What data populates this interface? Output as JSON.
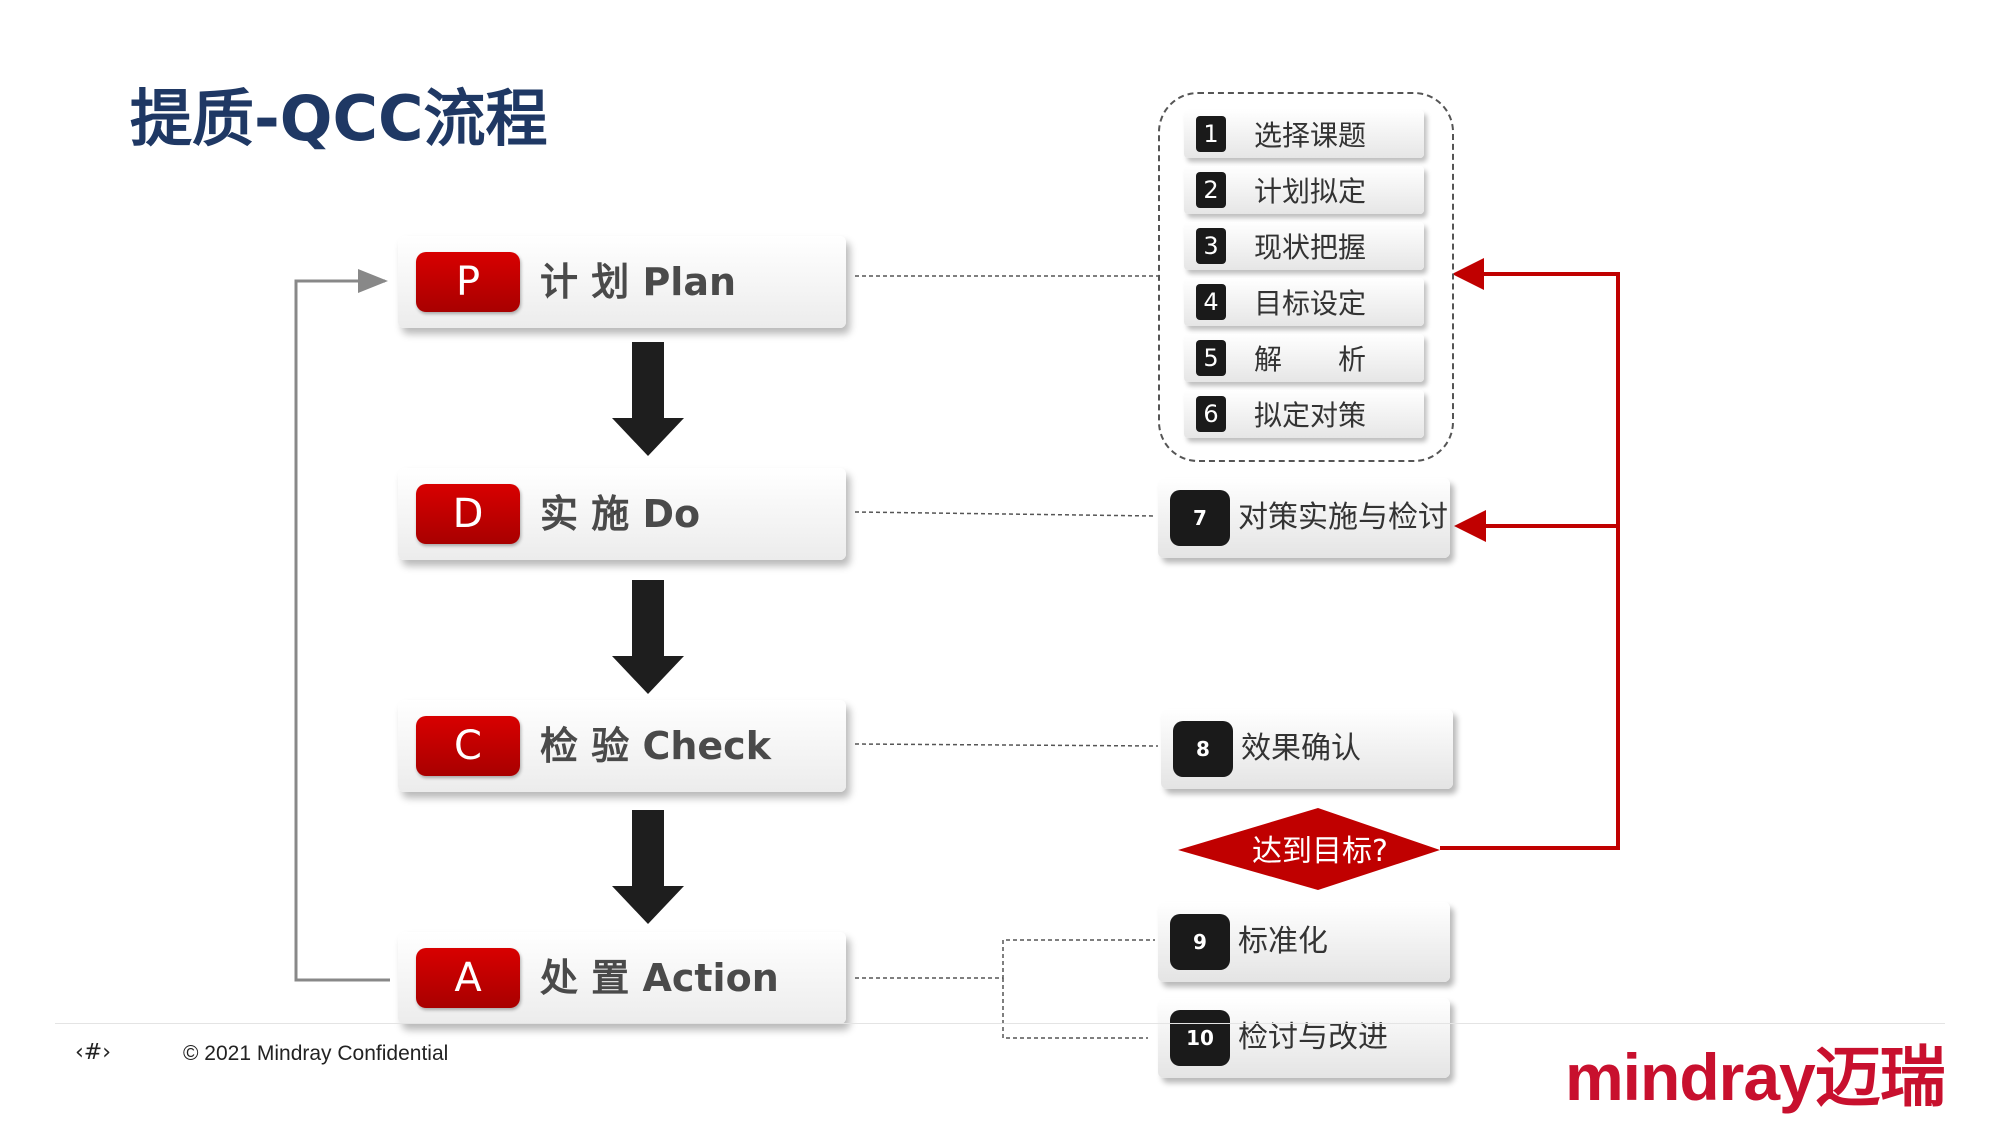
{
  "title": "提质-QCC流程",
  "phases": [
    {
      "letter": "P",
      "label": "计 划 Plan"
    },
    {
      "letter": "D",
      "label": "实 施 Do"
    },
    {
      "letter": "C",
      "label": "检 验 Check"
    },
    {
      "letter": "A",
      "label": "处 置 Action"
    }
  ],
  "plan_steps": [
    {
      "num": "1",
      "label": "选择课题"
    },
    {
      "num": "2",
      "label": "计划拟定"
    },
    {
      "num": "3",
      "label": "现状把握"
    },
    {
      "num": "4",
      "label": "目标设定"
    },
    {
      "num": "5",
      "label": "解　　析"
    },
    {
      "num": "6",
      "label": "拟定对策"
    }
  ],
  "do_step": {
    "num": "7",
    "label": "对策实施与检讨"
  },
  "check_step": {
    "num": "8",
    "label": "效果确认"
  },
  "decision": {
    "label": "达到目标?"
  },
  "action_steps": [
    {
      "num": "9",
      "label": "标准化"
    },
    {
      "num": "10",
      "label": "检讨与改进"
    }
  ],
  "footer": {
    "page": "‹#›",
    "copyright": "© 2021 Mindray Confidential",
    "logo": "mindray迈瑞"
  },
  "colors": {
    "title": "#1f3864",
    "accent_red": "#c00000",
    "badge_red": "#c00000",
    "number_box": "#1a1a1a",
    "logo_red": "#c8102e"
  }
}
